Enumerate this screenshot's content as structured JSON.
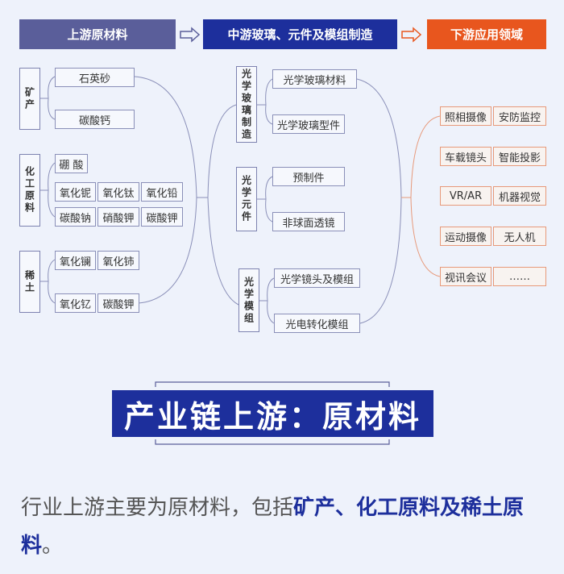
{
  "header": {
    "upstream": "上游原材料",
    "midstream": "中游玻璃、元件及模组制造",
    "downstream": "下游应用领域",
    "colors": {
      "upstream": "#5a5e9a",
      "midstream": "#1d2f9c",
      "downstream": "#e8561e"
    }
  },
  "upstream": {
    "mining": {
      "label": "矿产",
      "items": [
        "石英砂",
        "碳酸钙"
      ]
    },
    "chemical": {
      "label": "化工原料",
      "items": [
        "硼 酸",
        "氧化铌",
        "氧化钛",
        "氧化铅",
        "碳酸钠",
        "硝酸钾",
        "碳酸钾"
      ]
    },
    "rare_earth": {
      "label": "稀土",
      "items": [
        "氧化镧",
        "氧化铈",
        "氧化钇",
        "碳酸钾"
      ]
    }
  },
  "midstream": {
    "glass": {
      "label": "光学玻璃制造",
      "items": [
        "光学玻璃材料",
        "光学玻璃型件"
      ]
    },
    "element": {
      "label": "光学元件",
      "items": [
        "预制件",
        "非球面透镜"
      ]
    },
    "module": {
      "label": "光学模组",
      "items": [
        "光学镜头及模组",
        "光电转化模组"
      ]
    }
  },
  "downstream": {
    "items": [
      "照相摄像",
      "安防监控",
      "车载镜头",
      "智能投影",
      "VR/AR",
      "机器视觉",
      "运动摄像",
      "无人机",
      "视讯会议",
      "……"
    ]
  },
  "banner": "产业链上游：原材料",
  "description": {
    "plain": "行业上游主要为原材料，包括",
    "highlight": "矿产、化工原料及稀土原料",
    "end": "。"
  }
}
